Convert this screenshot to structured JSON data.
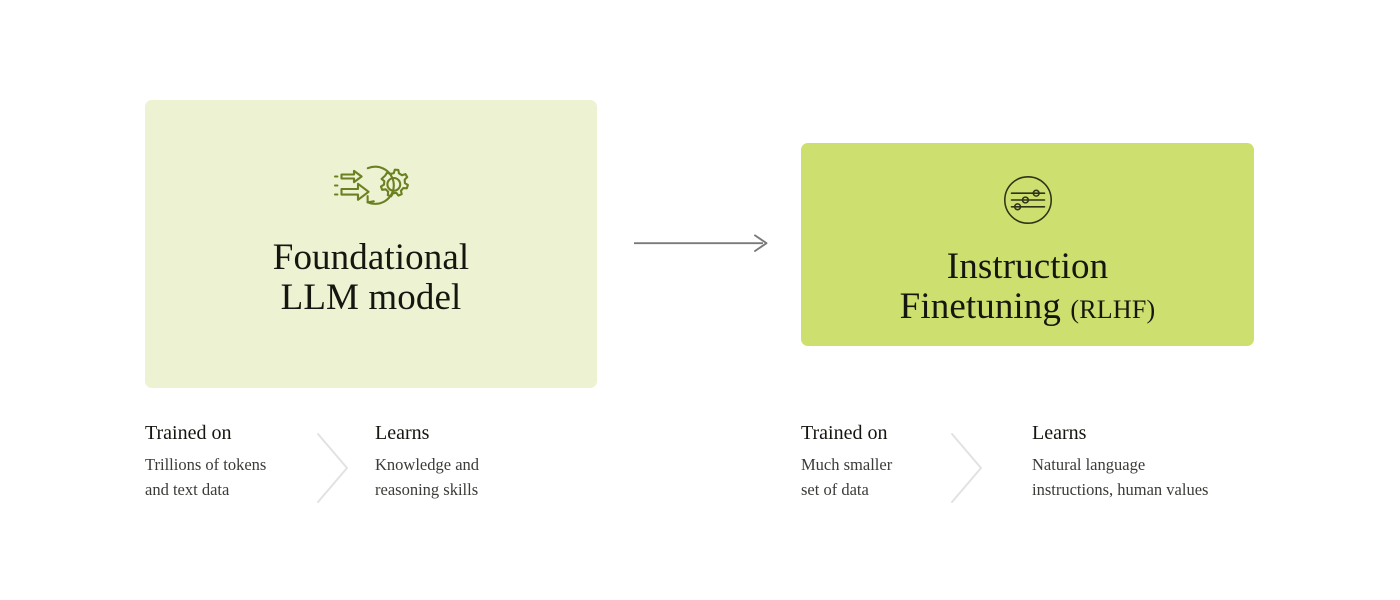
{
  "diagram": {
    "background_color": "#ffffff",
    "stages": [
      {
        "id": "foundational",
        "card_color": "#ecf2d2",
        "icon_color": "#6b8020",
        "icon_name": "gear-process-arrow-icon",
        "title_line1": "Foundational",
        "title_line2": "LLM model",
        "title_suffix": "",
        "captions": [
          {
            "heading": "Trained on",
            "body_line1": "Trillions of tokens",
            "body_line2": "and text data"
          },
          {
            "heading": "Learns",
            "body_line1": "Knowledge and",
            "body_line2": "reasoning skills"
          }
        ]
      },
      {
        "id": "instruction",
        "card_color": "#cddf6e",
        "icon_color": "#2f3318",
        "icon_name": "sliders-tuning-circle-icon",
        "title_line1": "Instruction",
        "title_line2": "Finetuning",
        "title_suffix": "(RLHF)",
        "captions": [
          {
            "heading": "Trained on",
            "body_line1": "Much smaller",
            "body_line2": "set of data"
          },
          {
            "heading": "Learns",
            "body_line1": "Natural language",
            "body_line2": "instructions, human values"
          }
        ]
      }
    ],
    "connector": {
      "name": "stage-flow-arrow",
      "color": "#7a7a7a",
      "direction": "right"
    },
    "caption_separator": {
      "name": "chevron-right-icon",
      "color": "#e2e2e2"
    }
  }
}
